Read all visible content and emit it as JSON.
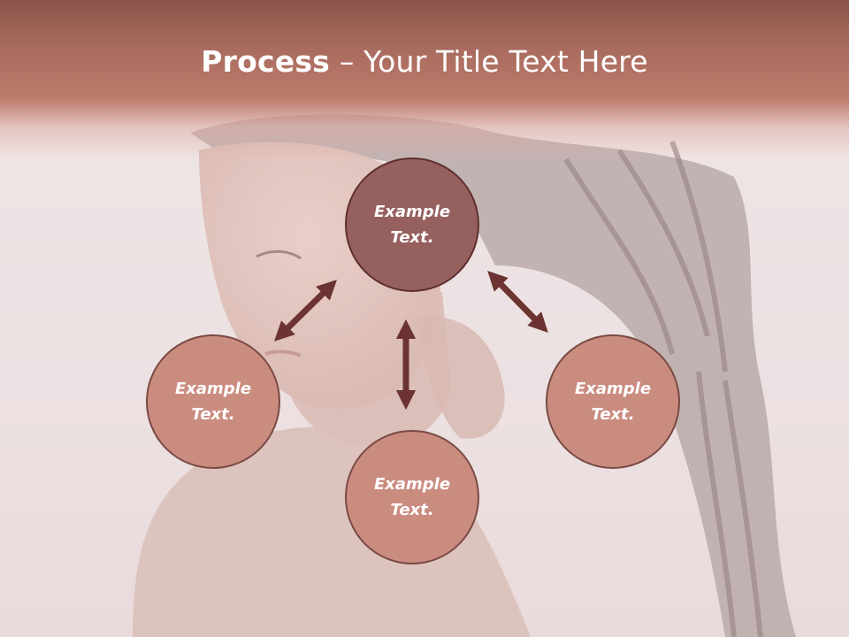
{
  "slide": {
    "title_strong": "Process",
    "title_rest": " – Your Title Text Here"
  },
  "nodes": {
    "top": "Example Text.",
    "left": "Example Text.",
    "right": "Example Text.",
    "bottom": "Example Text."
  },
  "colors": {
    "header": "#b8776a",
    "center_node": "#96605e",
    "outer_node": "#cb8c80",
    "arrow": "#6b3432"
  }
}
